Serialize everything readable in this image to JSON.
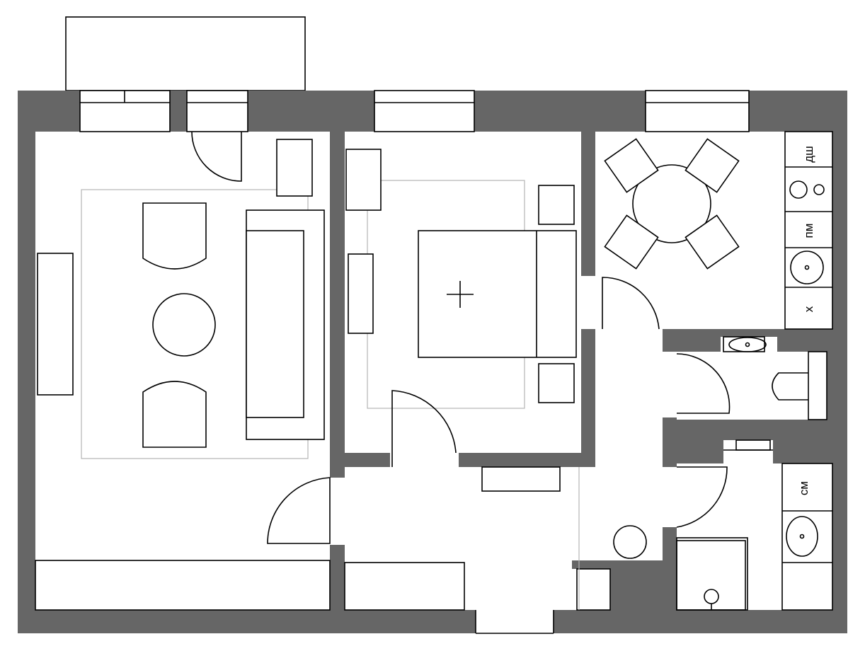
{
  "plan": {
    "colors": {
      "wall": "#666666",
      "line": "#000000",
      "rug": "#b3b3b3",
      "background": "#ffffff"
    },
    "labels": {
      "dishwasher": "дш",
      "dishwasher_alt": "пм",
      "fridge": "х",
      "washer": "см"
    }
  }
}
